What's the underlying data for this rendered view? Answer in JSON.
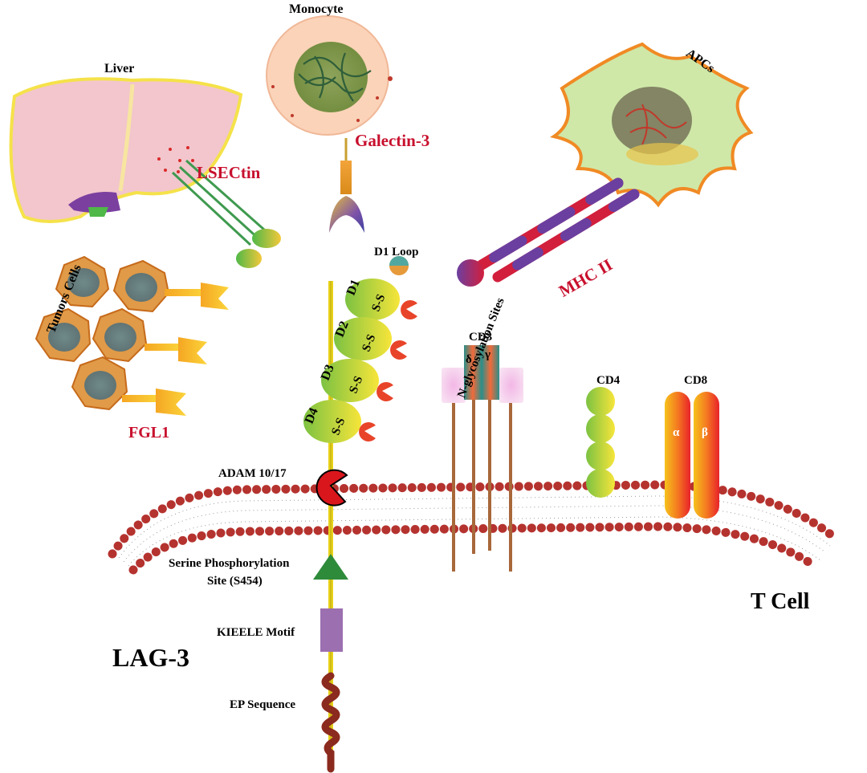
{
  "labels": {
    "liver": "Liver",
    "monocyte": "Monocyte",
    "apcs": "APCs",
    "lsectin": "LSECtin",
    "galectin": "Galectin-3",
    "mhc": "MHC II",
    "tumors": "Tumors Cells",
    "fgl1": "FGL1",
    "d1loop": "D1 Loop",
    "d1": "D1",
    "d2": "D2",
    "d3": "D3",
    "d4": "D4",
    "ss": "S-S",
    "nglyco": "N-glycosylation Sites",
    "cd3": "CD3",
    "delta": "δ",
    "gamma": "γ",
    "cd4": "CD4",
    "cd8": "CD8",
    "alpha": "α",
    "beta": "β",
    "adam": "ADAM 10/17",
    "serine1": "Serine Phosphorylation",
    "serine2": "Site (S454)",
    "kieele": "KIEELE Motif",
    "ep": "EP Sequence",
    "lag3": "LAG-3",
    "tcell": "T Cell"
  },
  "colors": {
    "label_red": "#c8102e",
    "membrane_head": "#b5332f",
    "lag3_stalk": "#e8d21a",
    "domain_green": "#9acd32",
    "domain_yellow": "#f5e642",
    "apc_body": "#cfe8a8",
    "apc_edge": "#f08a24",
    "liver_pink": "#f2c6cc",
    "monocyte_peach": "#fbd3b8",
    "kieele_purple": "#9b6fb0",
    "serine_green": "#2e8b3a",
    "ep_brown": "#8b2a1e"
  }
}
